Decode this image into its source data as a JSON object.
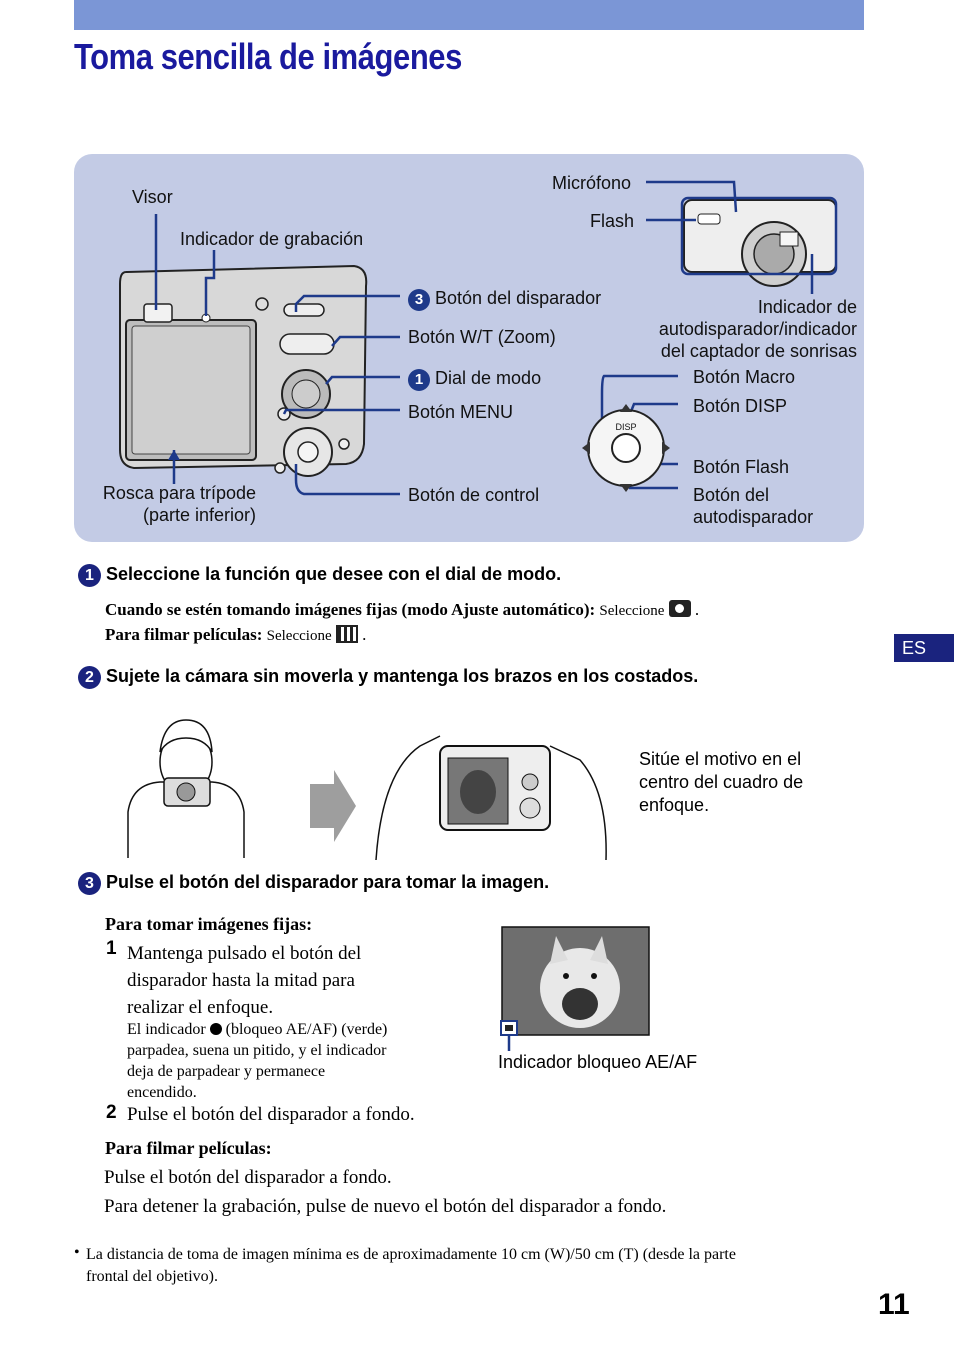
{
  "title": "Toma sencilla de imágenes",
  "side_tab": "ES",
  "page_number": "11",
  "diagram": {
    "labels": {
      "visor": "Visor",
      "grabacion": "Indicador de grabación",
      "rosca_1": "Rosca para trípode",
      "rosca_2": "(parte inferior)",
      "disparador": "Botón del disparador",
      "wt": "Botón W/T (Zoom)",
      "dial": "Dial de modo",
      "menu": "Botón MENU",
      "control": "Botón de control",
      "microfono": "Micrófono",
      "flash": "Flash",
      "autodisp_1": "Indicador de",
      "autodisp_2": "autodisparador/indicador",
      "autodisp_3": "del captador de sonrisas",
      "macro": "Botón Macro",
      "disp": "Botón DISP",
      "btn_flash": "Botón Flash",
      "btn_auto_1": "Botón del",
      "btn_auto_2": "autodisparador",
      "disp_text": "DISP"
    },
    "num_disparador": "3",
    "num_dial": "1"
  },
  "step1": {
    "num": "1",
    "heading": "Seleccione la función que desee con el dial de modo.",
    "line1_bold": "Cuando se estén tomando imágenes fijas (modo Ajuste automático):",
    "line1_text": "Seleccione",
    "line1_end": ".",
    "line2_bold": "Para filmar películas:",
    "line2_text": "Seleccione",
    "line2_end": "."
  },
  "step2": {
    "num": "2",
    "heading": "Sujete la cámara sin moverla y mantenga los brazos en los costados.",
    "caption_1": "Sitúe el motivo en el",
    "caption_2": "centro del cuadro de",
    "caption_3": "enfoque."
  },
  "step3": {
    "num": "3",
    "heading": "Pulse el botón del disparador para tomar la imagen.",
    "stills_title": "Para tomar imágenes fijas:",
    "sub1_num": "1",
    "sub1_l1": "Mantenga pulsado el botón del",
    "sub1_l2": "disparador hasta la mitad para",
    "sub1_l3": "realizar el enfoque.",
    "note_l1a": "El indicador",
    "note_l1b": "(bloqueo AE/AF) (verde)",
    "note_l2": "parpadea, suena un pitido, y el indicador",
    "note_l3": "deja de parpadear y permanece",
    "note_l4": "encendido.",
    "sub2_num": "2",
    "sub2_text": "Pulse el botón del disparador a fondo.",
    "ae_caption": "Indicador bloqueo AE/AF",
    "movies_title": "Para filmar películas:",
    "movies_l1": "Pulse el botón del disparador a fondo.",
    "movies_l2": "Para detener la grabación, pulse de nuevo el botón del disparador a fondo."
  },
  "footnote": {
    "bullet": "•",
    "l1": "La distancia de toma de imagen mínima es de aproximadamente 10 cm (W)/50 cm (T) (desde la parte",
    "l2": "frontal del objetivo)."
  },
  "colors": {
    "accent": "#1a237e",
    "bar": "#7b96d6",
    "panel": "#c3cbe5",
    "title": "#1a1a9e"
  }
}
